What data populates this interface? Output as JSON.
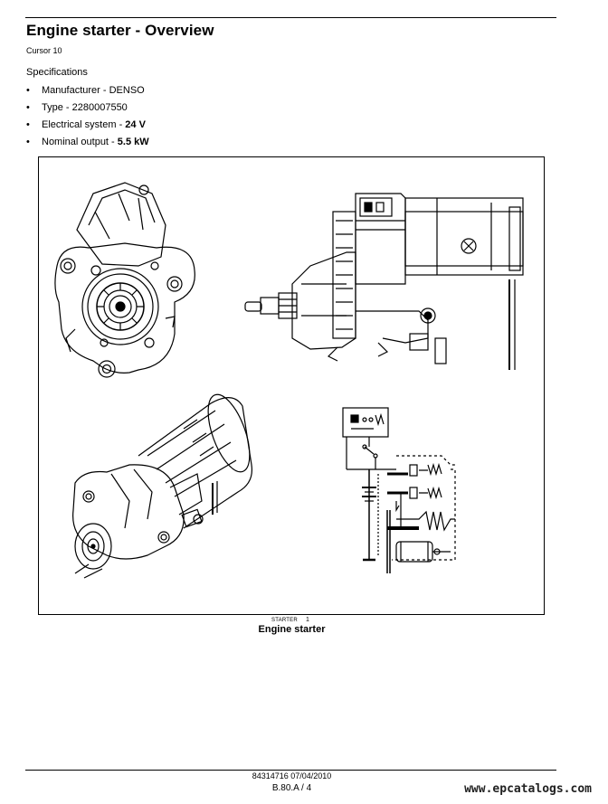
{
  "header": {
    "title": "Engine starter - Overview",
    "subtitle": "Cursor 10"
  },
  "specifications": {
    "heading": "Specifications",
    "items": [
      {
        "label": "Manufacturer - ",
        "value": "DENSO",
        "bold": false
      },
      {
        "label": "Type - ",
        "value": "2280007550",
        "bold": false
      },
      {
        "label": "Electrical system - ",
        "value": "24 V",
        "bold": true
      },
      {
        "label": "Nominal output - ",
        "value": "5.5 kW",
        "bold": true
      }
    ]
  },
  "figure": {
    "tag": "STARTER",
    "number": "1",
    "caption": "Engine starter"
  },
  "footer": {
    "doc_code": "84314716 07/04/2010",
    "page_ref": "B.80.A / 4",
    "watermark": "www.epcatalogs.com"
  }
}
